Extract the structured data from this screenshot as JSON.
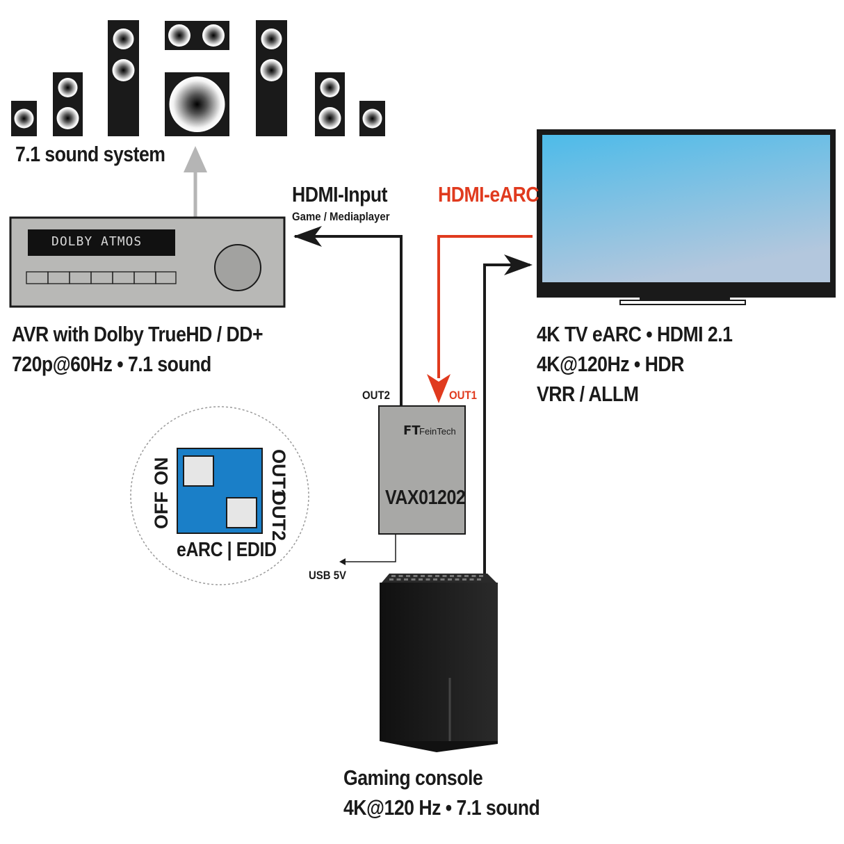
{
  "speakers": {
    "caption": "7.1 sound system"
  },
  "avr": {
    "display_text": "DOLBY ATMOS",
    "line1": "AVR with Dolby TrueHD / DD+",
    "line2": "720p@60Hz • 7.1 sound"
  },
  "hdmi_input": {
    "title": "HDMI-Input",
    "subtitle": "Game / Mediaplayer"
  },
  "hdmi_earc": {
    "title": "HDMI-eARC"
  },
  "tv": {
    "line1": "4K TV eARC • HDMI 2.1",
    "line2": "4K@120Hz • HDR",
    "line3": "VRR / ALLM"
  },
  "device": {
    "brand": "FeinTech",
    "logo": "FT",
    "model": "VAX01202",
    "out1": "OUT1",
    "out2": "OUT2",
    "usb": "USB 5V"
  },
  "dip_switch": {
    "off": "OFF",
    "on": "ON",
    "out2": "OUT2",
    "out1": "OUT1",
    "caption": "eARC | EDID"
  },
  "console": {
    "line1": "Gaming console",
    "line2": "4K@120 Hz • 7.1 sound"
  },
  "colors": {
    "earc_red": "#e03a1e",
    "device_grey": "#a8a8a6",
    "switch_blue": "#1a7fc8",
    "avr_grey": "#b8b8b6"
  }
}
